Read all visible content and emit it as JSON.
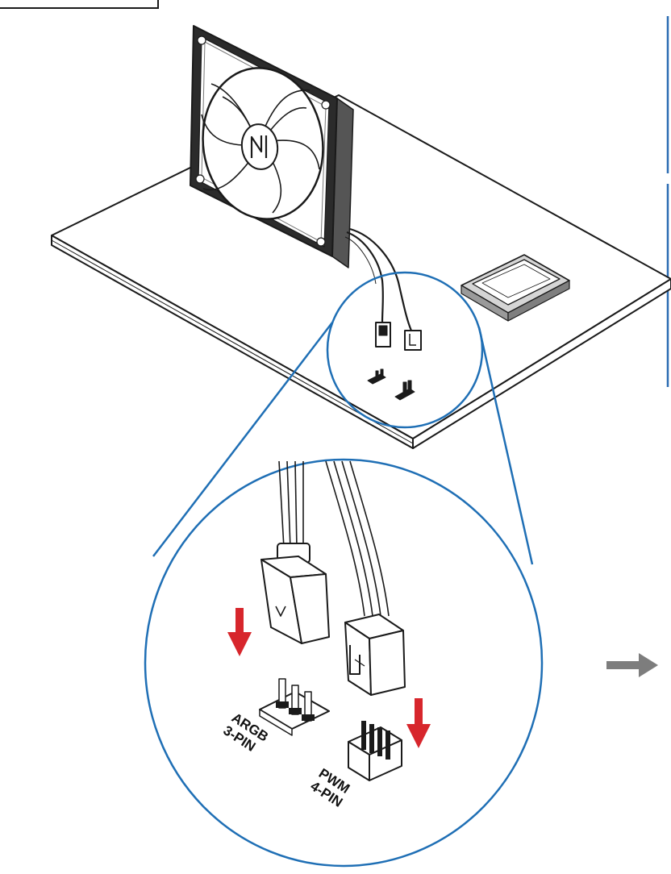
{
  "headers": {
    "argb": {
      "line1": "ARGB",
      "line2": "3-PIN"
    },
    "pwm": {
      "line1": "PWM",
      "line2": "4-PIN"
    }
  },
  "colors": {
    "line": "#1a1a1a",
    "zoom_circle": "#1f6fb5",
    "arrow_red": "#d7262c",
    "arrow_gray": "#7d7d7d",
    "side_panel_bar": "#2d6db3"
  },
  "icons": {
    "insert_arrows": "down-arrow-icon",
    "next_step": "right-arrow-icon"
  }
}
